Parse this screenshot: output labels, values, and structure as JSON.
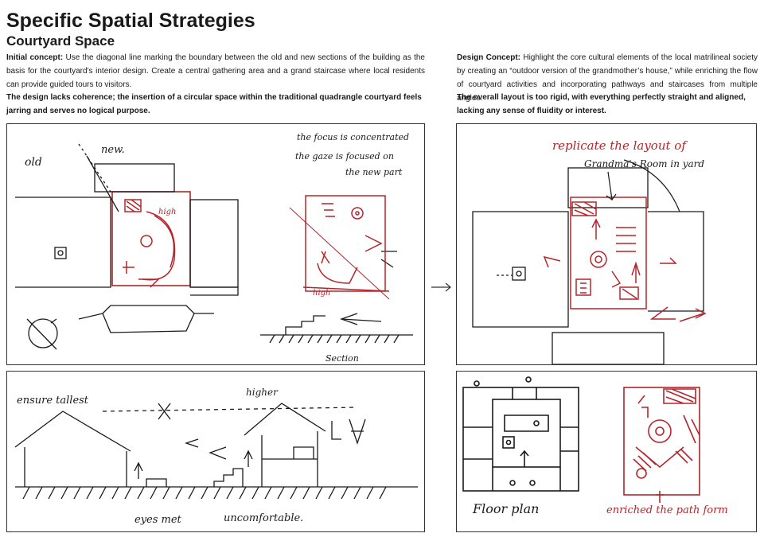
{
  "header": {
    "title": "Specific Spatial Strategies",
    "subtitle": "Courtyard Space"
  },
  "left_text": {
    "label": "Initial concept:",
    "body": " Use the diagonal line marking the boundary between the old and new sections of the building as the basis for the courtyard's interior design. Create a central gathering area and a grand staircase where local residents can provide guided tours to visitors.",
    "critique": "The design lacks coherence; the insertion of a circular space within the traditional quadrangle courtyard feels jarring and serves no logical purpose."
  },
  "right_text": {
    "label": "Design Concept:",
    "body": " Highlight the core cultural elements of the local matrilineal society by creating an “outdoor version of the grandmother’s house,” while enriching the flow of courtyard activities and incorporating pathways and staircases from multiple angles.",
    "critique": "The overall layout is too rigid, with everything perfectly straight and aligned, lacking any sense of fluidity or interest."
  },
  "sketch_labels": {
    "old": "old",
    "new": "new.",
    "high_1": "high",
    "high_2": "high",
    "focus_line1": "the focus is concentrated",
    "focus_line2": "the gaze is focused on",
    "focus_line3": "the new part",
    "section": "Section",
    "ensure_tallest": "ensure tallest",
    "higher": "higher",
    "eyes_met": "eyes met",
    "uncomfortable": "uncomfortable.",
    "replicate_line1": "replicate the layout of",
    "replicate_line2": "Grandma's Room in yard",
    "floor_plan": "Floor plan",
    "enriched": "enriched the path form"
  },
  "colors": {
    "red_ink": "#b3262b",
    "black_ink": "#1a1a1a",
    "hatch": "#b3262b"
  }
}
